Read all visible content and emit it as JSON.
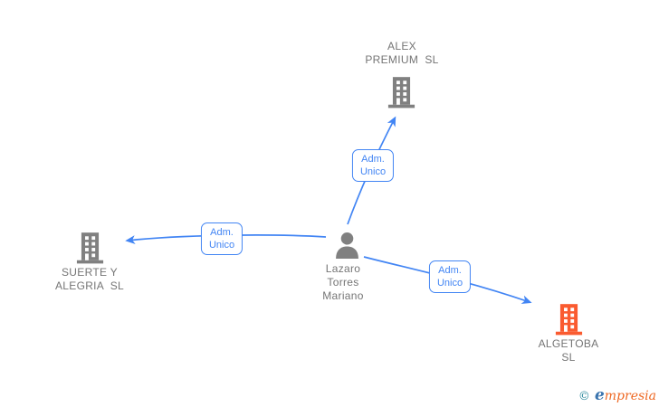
{
  "colors": {
    "edge": "#4285f4",
    "icon-gray": "#808080",
    "icon-orange": "#fa5b30",
    "label-text": "#757575",
    "wm-copy": "#2e8b9e",
    "wm-e": "#3a74ae",
    "wm-rest": "#ee6823"
  },
  "person": {
    "name": "Lazaro\nTorres\nMariano"
  },
  "companies": {
    "alex": {
      "name": "ALEX\nPREMIUM  SL"
    },
    "suerte": {
      "name": "SUERTE Y\nALEGRIA  SL"
    },
    "algetoba": {
      "name": "ALGETOBA\nSL"
    }
  },
  "edges": {
    "to_alex": {
      "label": "Adm.\nUnico"
    },
    "to_suerte": {
      "label": "Adm.\nUnico"
    },
    "to_algetoba": {
      "label": "Adm.\nUnico"
    }
  },
  "watermark": {
    "copyright": "©",
    "brand_initial": "e",
    "brand_rest": "mpresia"
  }
}
